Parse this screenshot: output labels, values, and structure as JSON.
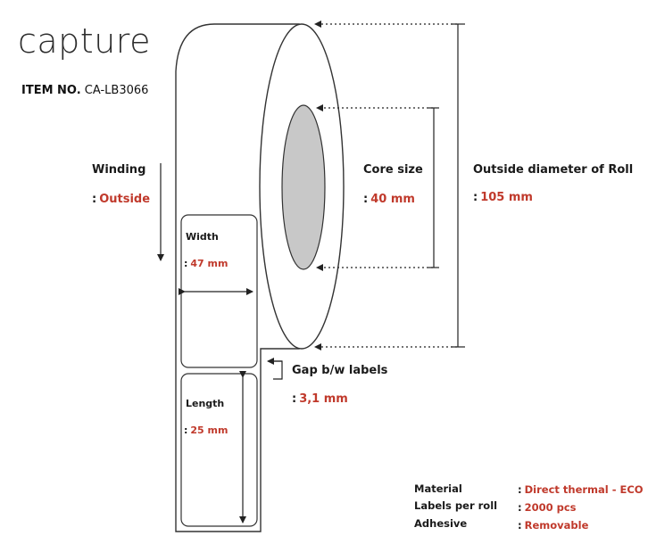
{
  "brand": {
    "name": "capture"
  },
  "item": {
    "label": "ITEM NO.",
    "value": "CA-LB3066"
  },
  "winding": {
    "label": "Winding",
    "colon": ":",
    "value": "Outside"
  },
  "width": {
    "label": "Width",
    "colon": ":",
    "value": "47 mm"
  },
  "length": {
    "label": "Length",
    "colon": ":",
    "value": "25 mm"
  },
  "core": {
    "label": "Core size",
    "colon": ":",
    "value": "40 mm"
  },
  "outer": {
    "label": "Outside diameter of Roll",
    "colon": ":",
    "value": "105 mm"
  },
  "gap": {
    "label": "Gap b/w labels",
    "colon": ":",
    "value": "3,1 mm"
  },
  "specs": [
    {
      "key": "Material",
      "colon": ":",
      "value": "Direct thermal - ECO"
    },
    {
      "key": "Labels per roll",
      "colon": ":",
      "value": "2000 pcs"
    },
    {
      "key": "Adhesive",
      "colon": ":",
      "value": "Removable"
    }
  ],
  "colors": {
    "accent": "#c0392b",
    "core": "#c8c8c8",
    "outline": "#333333"
  }
}
